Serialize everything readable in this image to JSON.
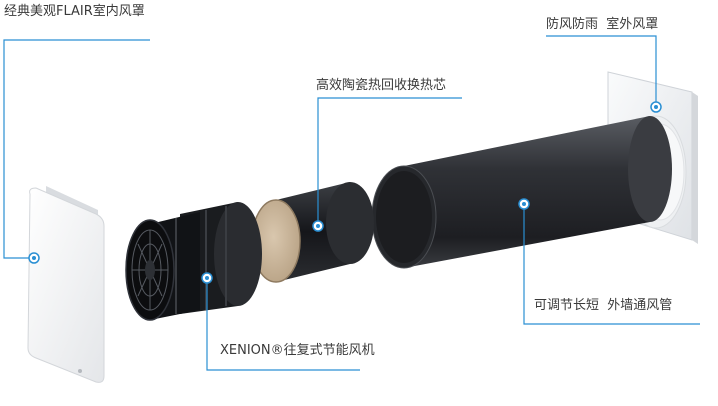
{
  "labels": {
    "indoor_cover": "经典美观FLAIR室内风罩",
    "ceramic": "高效陶瓷热回收换热芯",
    "outdoor_cover": "防风防雨  室外风罩",
    "duct": "可调节长短  外墙通风管",
    "fan": "XENION®往复式节能风机"
  },
  "colors": {
    "callout_line": "#2a8fd3",
    "dot_fill": "#ffffff",
    "dot_center": "#2a8fd3",
    "duct": "#2b2d31",
    "fan_body": "#15171a",
    "ceramic_face": "#c9b49a",
    "cover": "#f3f4f6"
  }
}
